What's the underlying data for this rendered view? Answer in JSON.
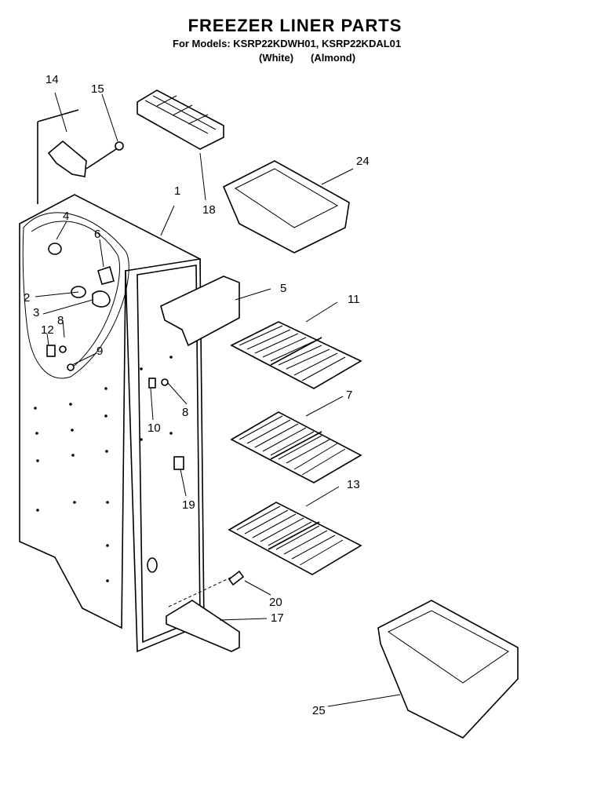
{
  "title": "FREEZER LINER PARTS",
  "subtitle": "For Models: KSRP22KDWH01, KSRP22KDAL01",
  "color_white": "(White)",
  "color_almond": "(Almond)",
  "callouts": {
    "c14": "14",
    "c15": "15",
    "c18": "18",
    "c24": "24",
    "c1": "1",
    "c4": "4",
    "c6": "6",
    "c5": "5",
    "c11": "11",
    "c2": "2",
    "c3": "3",
    "c12": "12",
    "c8a": "8",
    "c9": "9",
    "c8b": "8",
    "c10": "10",
    "c7": "7",
    "c13": "13",
    "c19": "19",
    "c20": "20",
    "c17": "17",
    "c25": "25"
  }
}
